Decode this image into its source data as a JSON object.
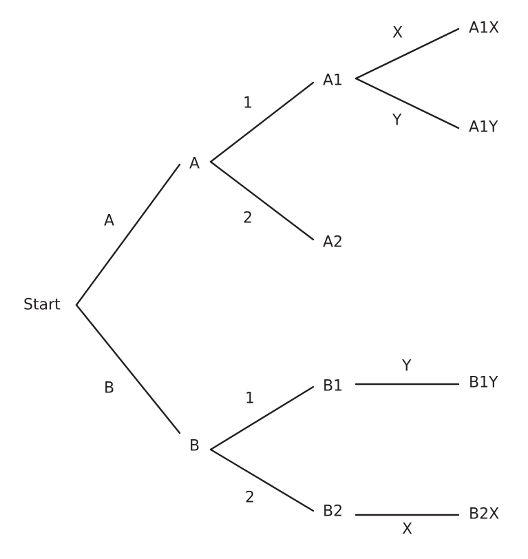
{
  "nodes": {
    "start": "Start",
    "a": "A",
    "b": "B",
    "a1": "A1",
    "a2": "A2",
    "b1": "B1",
    "b2": "B2",
    "a1x": "A1X",
    "a1y": "A1Y",
    "b1y": "B1Y",
    "b2x": "B2X"
  },
  "edges": {
    "start_a": "A",
    "start_b": "B",
    "a_a1": "1",
    "a_a2": "2",
    "b_b1": "1",
    "b_b2": "2",
    "a1_a1x": "X",
    "a1_a1y": "Y",
    "b1_b1y": "Y",
    "b2_b2x": "X"
  }
}
